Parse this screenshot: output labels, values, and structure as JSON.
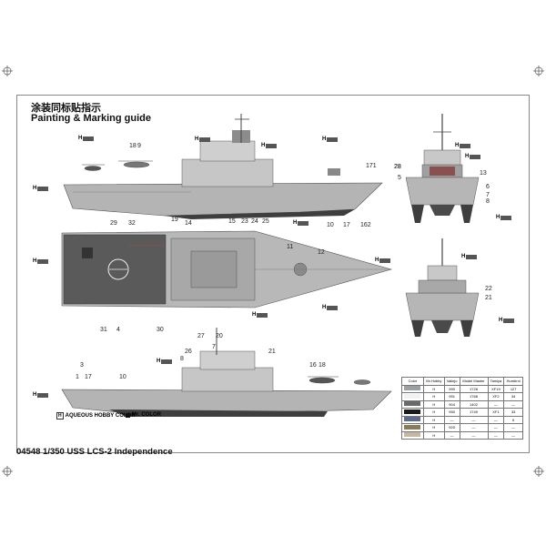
{
  "title": {
    "cn": "涂装同标贴指示",
    "en": "Painting & Marking guide"
  },
  "footer": "04548 1/350 USS LCS-2 Independence",
  "legend": {
    "aqueous": "AQUEOUS HOBBY COLOR",
    "mr": "Mr. COLOR",
    "h_prefix": "H"
  },
  "colors": {
    "gray_light": "#c8c8c8",
    "gray_mid": "#a6a6a6",
    "gray_dark": "#6e6e6e",
    "deck_dark": "#4a4a4a",
    "hull_dark": "#3a3a3a"
  },
  "labels": {
    "top_side": [
      "18",
      "9",
      "28",
      "5",
      "171",
      "19",
      "15",
      "23",
      "24",
      "25",
      "10",
      "17",
      "162"
    ],
    "top_view": [
      "29",
      "32",
      "14",
      "11",
      "12",
      "31",
      "4",
      "30"
    ],
    "bottom_side": [
      "27",
      "20",
      "26",
      "7",
      "3",
      "1",
      "17",
      "10",
      "8",
      "21",
      "16",
      "18"
    ],
    "front_view": [
      "28",
      "5",
      "13",
      "6",
      "7",
      "8"
    ],
    "rear_view": [
      "22",
      "21"
    ]
  },
  "hmarks": [
    "H",
    "H",
    "H",
    "H",
    "H",
    "H",
    "H",
    "H",
    "H",
    "H",
    "H",
    "H",
    "H",
    "H",
    "H",
    "H",
    "H"
  ],
  "table": {
    "headers": [
      "Color",
      "Mr.Hobby",
      "Vallejo",
      "Model Master",
      "Tamiya",
      "Humbrol"
    ],
    "rows": [
      [
        "",
        "H",
        "990",
        "1728",
        "XF19",
        "127"
      ],
      [
        "",
        "H",
        "951",
        "1768",
        "XF2",
        "34"
      ],
      [
        "",
        "H",
        "904",
        "1402",
        "—",
        "—"
      ],
      [
        "",
        "H",
        "950",
        "1749",
        "XF1",
        "33"
      ],
      [
        "",
        "H",
        "—",
        "—",
        "—",
        "5"
      ],
      [
        "",
        "H",
        "920",
        "—",
        "—",
        "—"
      ],
      [
        "",
        "H",
        "—",
        "—",
        "—",
        "—"
      ]
    ],
    "swatches": [
      "#9aa0a4",
      "#f2f2f2",
      "#6a6a6a",
      "#1a1a1a",
      "#5c6a8c",
      "#8a7a5a",
      "#c4b8a0"
    ]
  }
}
